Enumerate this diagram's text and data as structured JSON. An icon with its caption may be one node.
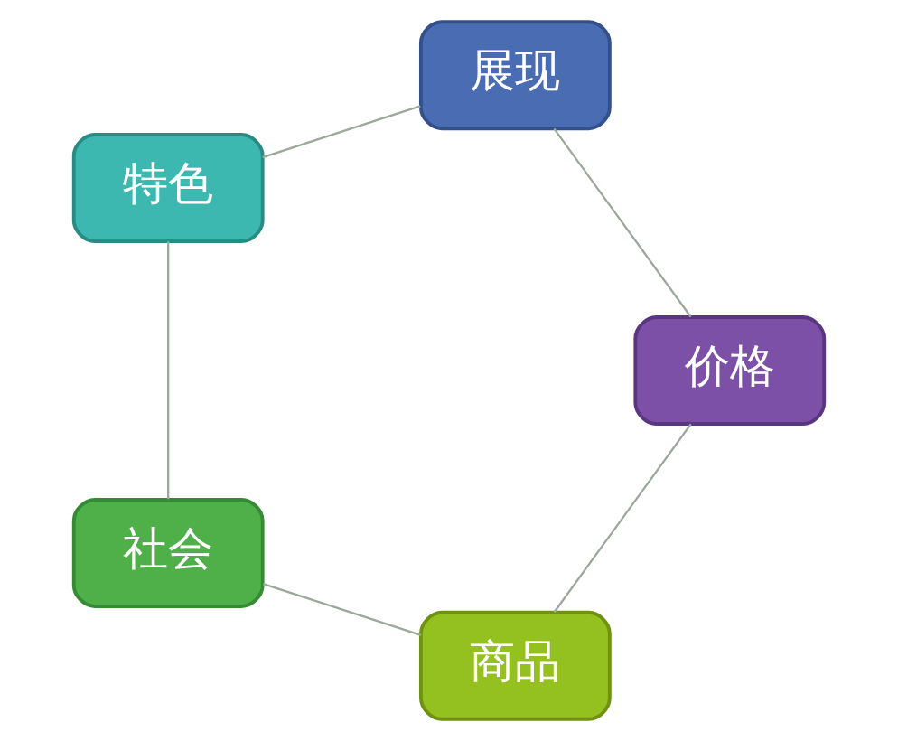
{
  "diagram": {
    "nodes": [
      {
        "text": [
          "商品"
        ]
      },
      {
        "text": [
          "社会"
        ]
      },
      {
        "text": [
          "特色"
        ]
      },
      {
        "text": [
          "展现"
        ]
      },
      {
        "text": [
          "价格"
        ]
      }
    ],
    "edges": [
      {
        "from": 0,
        "to": 1,
        "arrow": "none"
      },
      {
        "from": 1,
        "to": 2,
        "arrow": "none"
      },
      {
        "from": 2,
        "to": 3,
        "arrow": "none"
      },
      {
        "from": 3,
        "to": 4,
        "arrow": "none"
      },
      {
        "from": 4,
        "to": 0,
        "arrow": "none"
      }
    ]
  }
}
